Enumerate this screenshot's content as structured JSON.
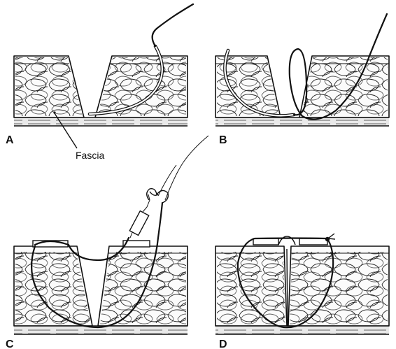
{
  "panels": [
    {
      "letter": "A",
      "callout": "Fascia"
    },
    {
      "letter": "B"
    },
    {
      "letter": "C"
    },
    {
      "letter": "D"
    }
  ],
  "colors": {
    "ink": "#111111",
    "background": "#ffffff"
  }
}
